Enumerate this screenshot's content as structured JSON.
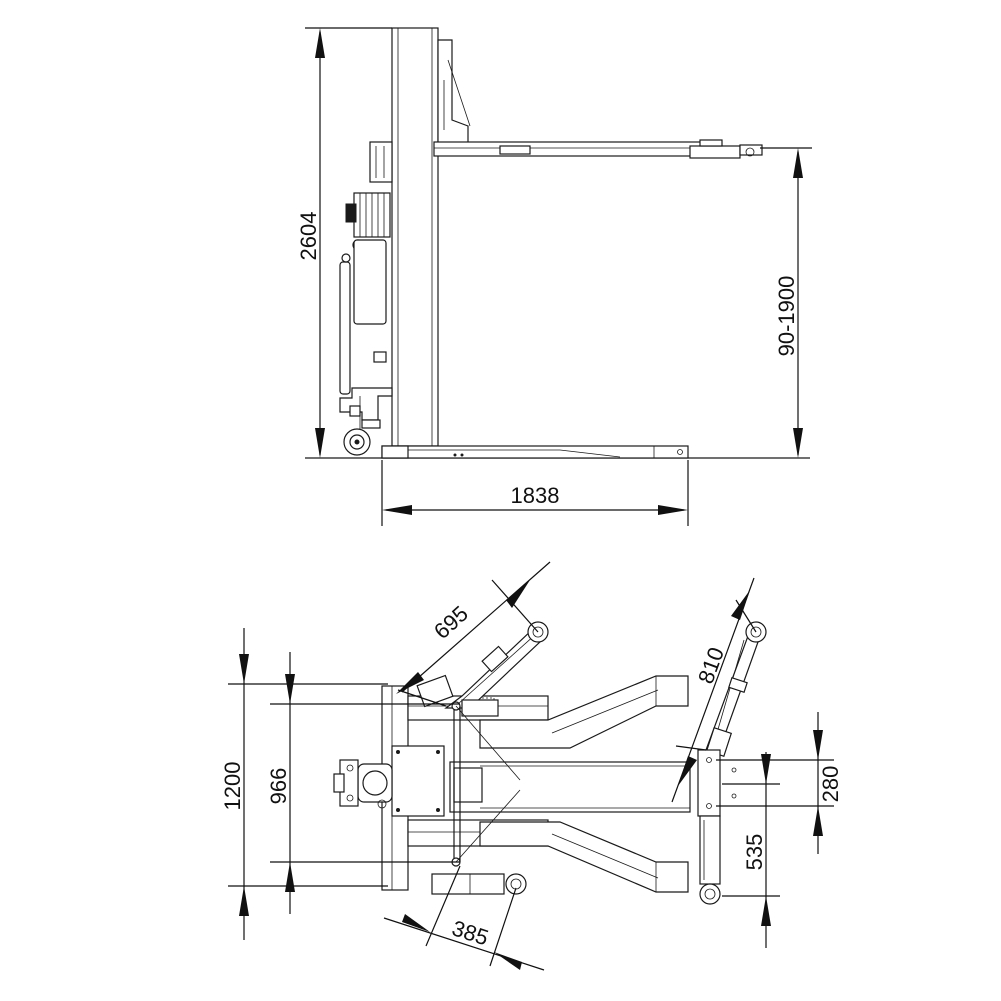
{
  "drawing": {
    "side_view": {
      "dim_height": "2604",
      "dim_lift_range": "90-1900",
      "dim_base_length": "1838"
    },
    "top_view": {
      "dim_arm_short": "695",
      "dim_arm_long": "810",
      "dim_width_outer": "1200",
      "dim_width_inner": "966",
      "dim_offset": "280",
      "dim_half_width": "535",
      "dim_pivot": "385"
    }
  }
}
